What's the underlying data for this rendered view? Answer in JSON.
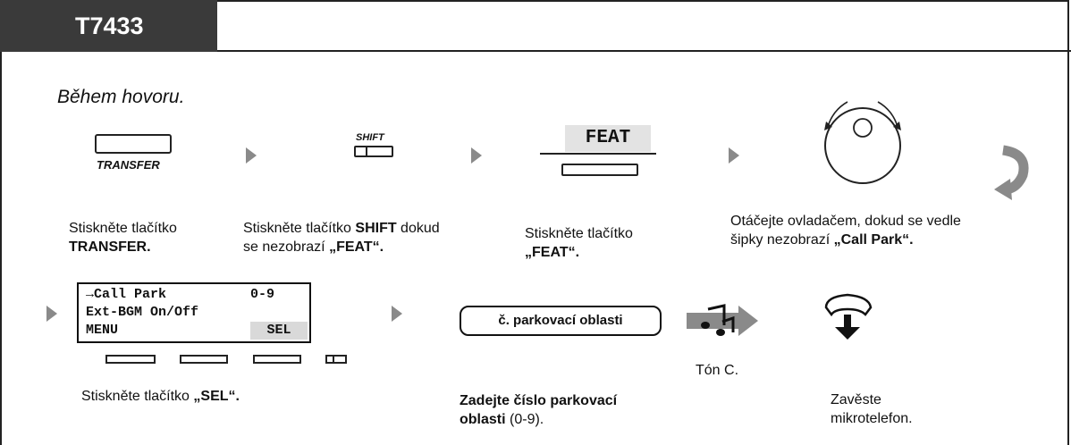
{
  "header": {
    "model": "T7433"
  },
  "situation": "Během hovoru.",
  "keys": {
    "transfer": "TRANSFER",
    "shift": "SHIFT",
    "feat": "FEAT",
    "park_area": "č. parkovací oblasti"
  },
  "lcd": {
    "row1_left": "→Call Park",
    "row1_right": "0-9",
    "row2": "Ext-BGM On/Off",
    "row3_left": "MENU",
    "row3_right": "SEL"
  },
  "tone": "Tón C.",
  "captions": {
    "step1_line1": "Stiskněte tlačítko",
    "step1_line2": "TRANSFER.",
    "step2_prefix": "Stiskněte tlačítko ",
    "step2_bold1": "SHIFT",
    "step2_suffix": " dokud",
    "step2_line2_prefix": "se nezobrazí ",
    "step2_bold2": "„FEAT“.",
    "step3_line1": "Stiskněte tlačítko",
    "step3_line2": "„FEAT“.",
    "step4_line1": "Otáčejte ovladačem, dokud se vedle",
    "step4_line2_prefix": "šipky nezobrazí ",
    "step4_bold": "„Call Park“.",
    "step5_prefix": "Stiskněte tlačítko ",
    "step5_bold": "„SEL“.",
    "step6_bold_line1": "Zadejte číslo parkovací",
    "step6_bold_line2": "oblasti",
    "step6_suffix": " (0-9).",
    "step7_line1": "Zavěste",
    "step7_line2": "mikrotelefon."
  },
  "colors": {
    "header_bg": "#3a3a3a",
    "arrow": "#8a8a8a",
    "highlight": "#e3e3e3"
  },
  "icons": [
    "jog-dial-icon",
    "curved-return-arrow-icon",
    "tone-music-note-icon",
    "hang-up-handset-icon"
  ]
}
